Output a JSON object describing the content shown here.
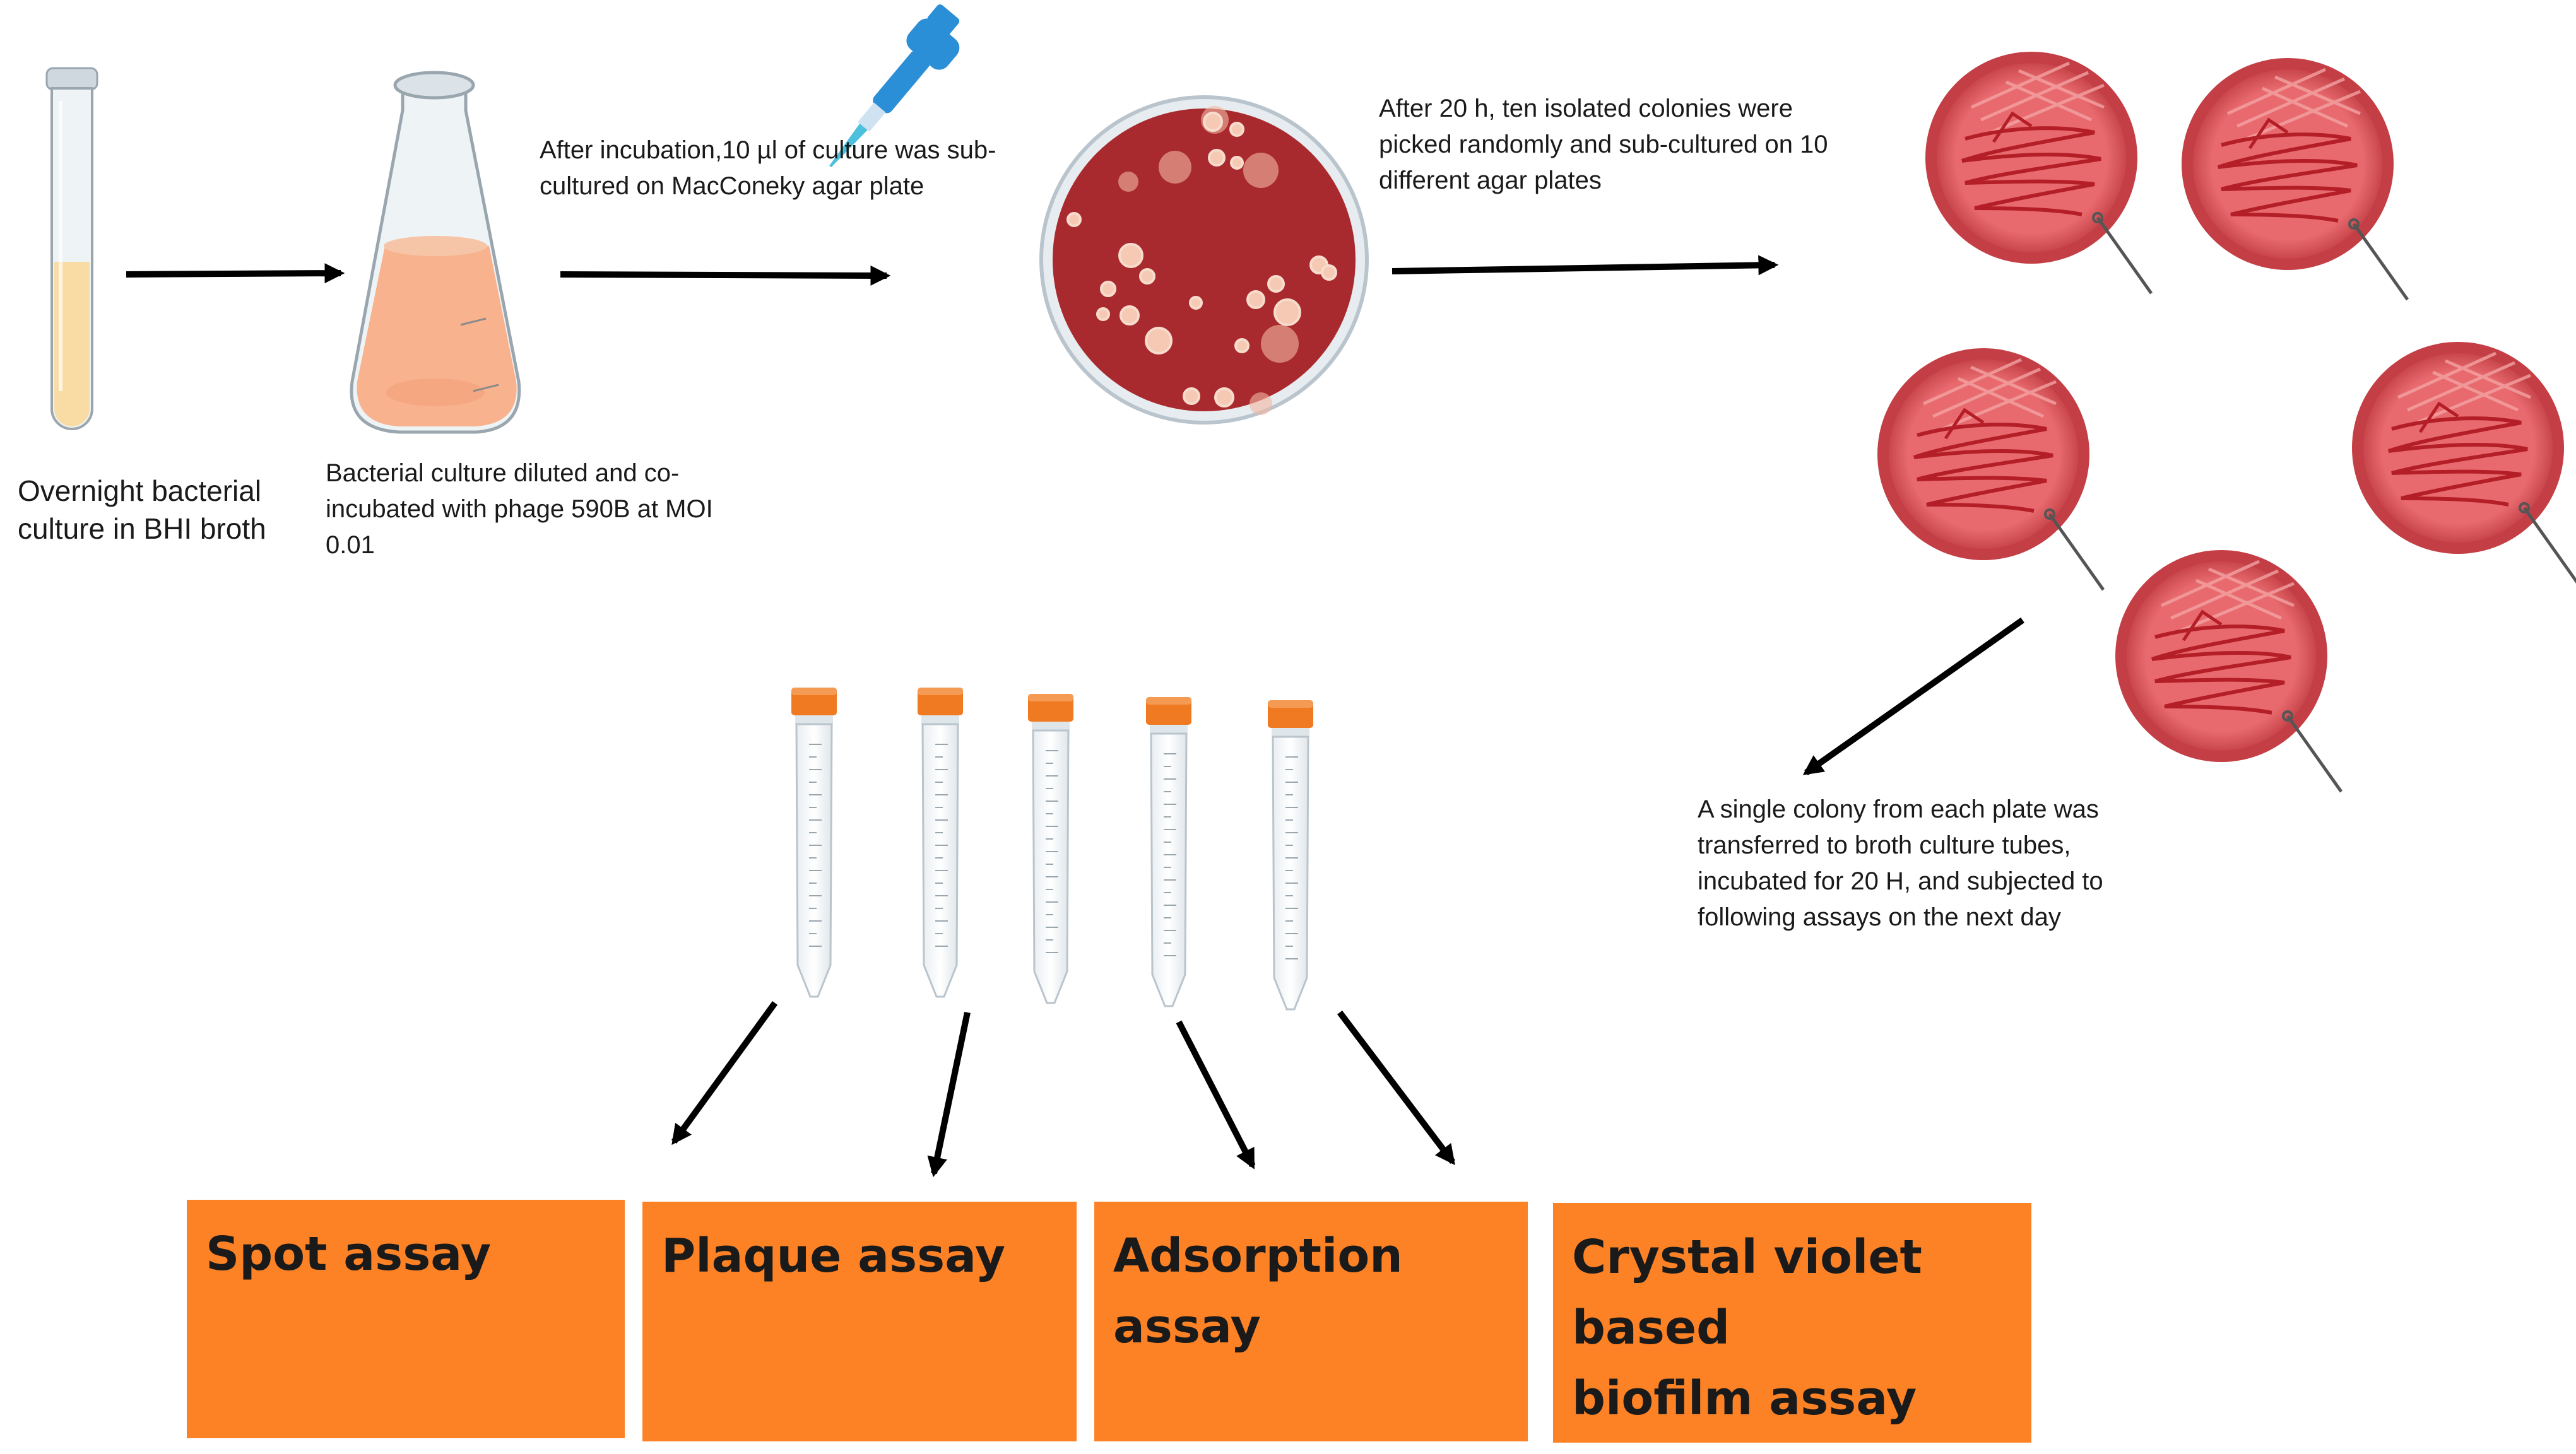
{
  "steps": {
    "overnight": "Overnight bacterial\nculture in BHI broth",
    "dilution": "Bacterial culture diluted and co-\nincubated with phage 590B at MOI\n0.01",
    "subculture": "After incubation,10 µl of culture was sub-\ncultured on MacConeky agar plate",
    "colonies": "After 20 h, ten isolated  colonies were\npicked randomly and sub-cultured on 10\ndifferent  agar plates",
    "single_colony": "A single colony from each plate was\ntransferred to broth culture tubes,\nincubated for  20 H, and subjected to\nfollowing assays on the next day"
  },
  "assays": [
    {
      "label": "Spot assay"
    },
    {
      "label": "Plaque assay"
    },
    {
      "label": "Adsorption  assay"
    },
    {
      "label": "Crystal violet based\n biofilm  assay"
    }
  ],
  "colors": {
    "agar": "#a82a2e",
    "streak_plate": "#d9545a",
    "broth": "#f9dca4",
    "flask_culture": "#f8b28e",
    "tube_cap": "#f07a22",
    "pipette": "#2a8fd6",
    "assay_box": "#fd8226"
  },
  "icons": {
    "test_tube": "test-tube-icon",
    "flask": "erlenmeyer-flask-icon",
    "pipette": "pipette-icon",
    "petri_dish": "petri-dish-icon",
    "streak_plate": "streak-plate-icon",
    "centrifuge_tube": "centrifuge-tube-icon"
  }
}
